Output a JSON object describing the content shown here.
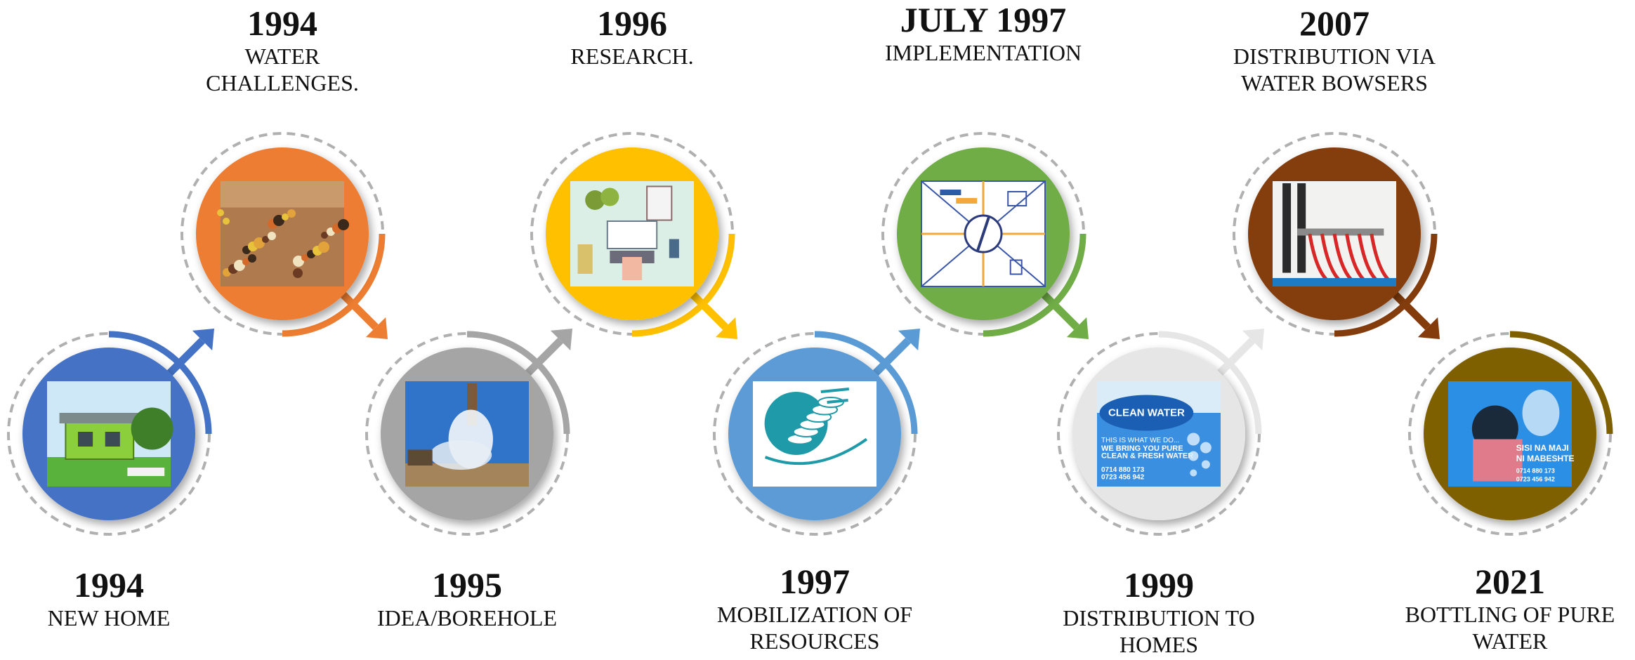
{
  "milestones": [
    {
      "year": "1994",
      "title": "NEW HOME",
      "color": "#4472C4",
      "image": "green-house-photo"
    },
    {
      "year": "1994",
      "title": "WATER CHALLENGES.",
      "title_lines": [
        "WATER",
        "CHALLENGES."
      ],
      "color": "#ED7D31",
      "image": "water-queue-photo"
    },
    {
      "year": "1995",
      "title": "IDEA/BOREHOLE",
      "color": "#A5A5A5",
      "image": "borehole-drilling-photo"
    },
    {
      "year": "1996",
      "title": "RESEARCH.",
      "color": "#FFC000",
      "image": "research-desk-illustration"
    },
    {
      "year": "1997",
      "title": "MOBILIZATION OF RESOURCES",
      "title_lines": [
        "MOBILIZATION OF",
        "RESOURCES"
      ],
      "color": "#5B9BD5",
      "image": "coins-in-hand-icon"
    },
    {
      "year": "JULY 1997",
      "title": "IMPLEMENTATION",
      "color": "#70AD47",
      "image": "planning-compass-illustration"
    },
    {
      "year": "1999",
      "title": "DISTRIBUTION TO HOMES",
      "title_lines": [
        "DISTRIBUTION TO",
        "HOMES"
      ],
      "color": "#E7E6E6",
      "image": "clean-water-tanker-flyer",
      "flyer": {
        "tank_text": "CLEAN WATER",
        "line1": "THIS IS WHAT WE DO...",
        "line2": "WE BRING YOU PURE",
        "line3": "CLEAN & FRESH WATER",
        "phone1": "0714 880 173",
        "phone2": "0723 456 942"
      }
    },
    {
      "year": "2007",
      "title": "DISTRIBUTION VIA WATER BOWSERS",
      "title_lines": [
        "DISTRIBUTION VIA",
        "WATER BOWSERS"
      ],
      "color": "#843C0C",
      "image": "water-pipes-photo"
    },
    {
      "year": "2021",
      "title": "BOTTLING OF PURE WATER",
      "title_lines": [
        "BOTTLING OF PURE",
        "WATER"
      ],
      "color": "#7F6000",
      "image": "bottled-water-flyer",
      "flyer": {
        "line1": "SISI NA MAJI",
        "line2": "NI MABESHTE",
        "phone1": "0714 880 173",
        "phone2": "0723 456 942"
      }
    }
  ]
}
